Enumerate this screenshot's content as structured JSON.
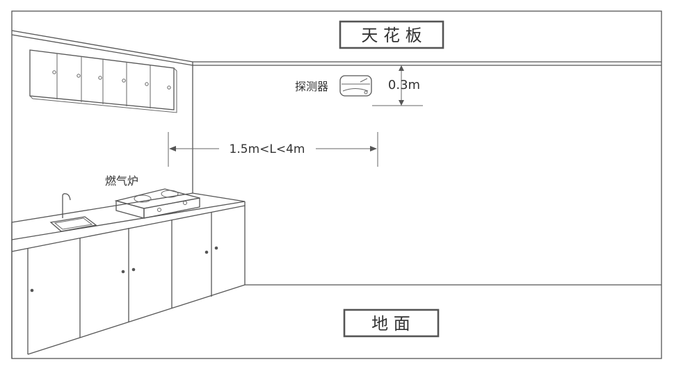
{
  "labels": {
    "ceiling": "天 花 板",
    "floor": "地    面",
    "detector": "探测器",
    "distance_to_ceiling": "0.3m",
    "horizontal_distance": "1.5m<L<4m",
    "gas_stove": "燃气炉"
  },
  "colors": {
    "line": "#555555",
    "text": "#333333",
    "background": "#ffffff"
  }
}
